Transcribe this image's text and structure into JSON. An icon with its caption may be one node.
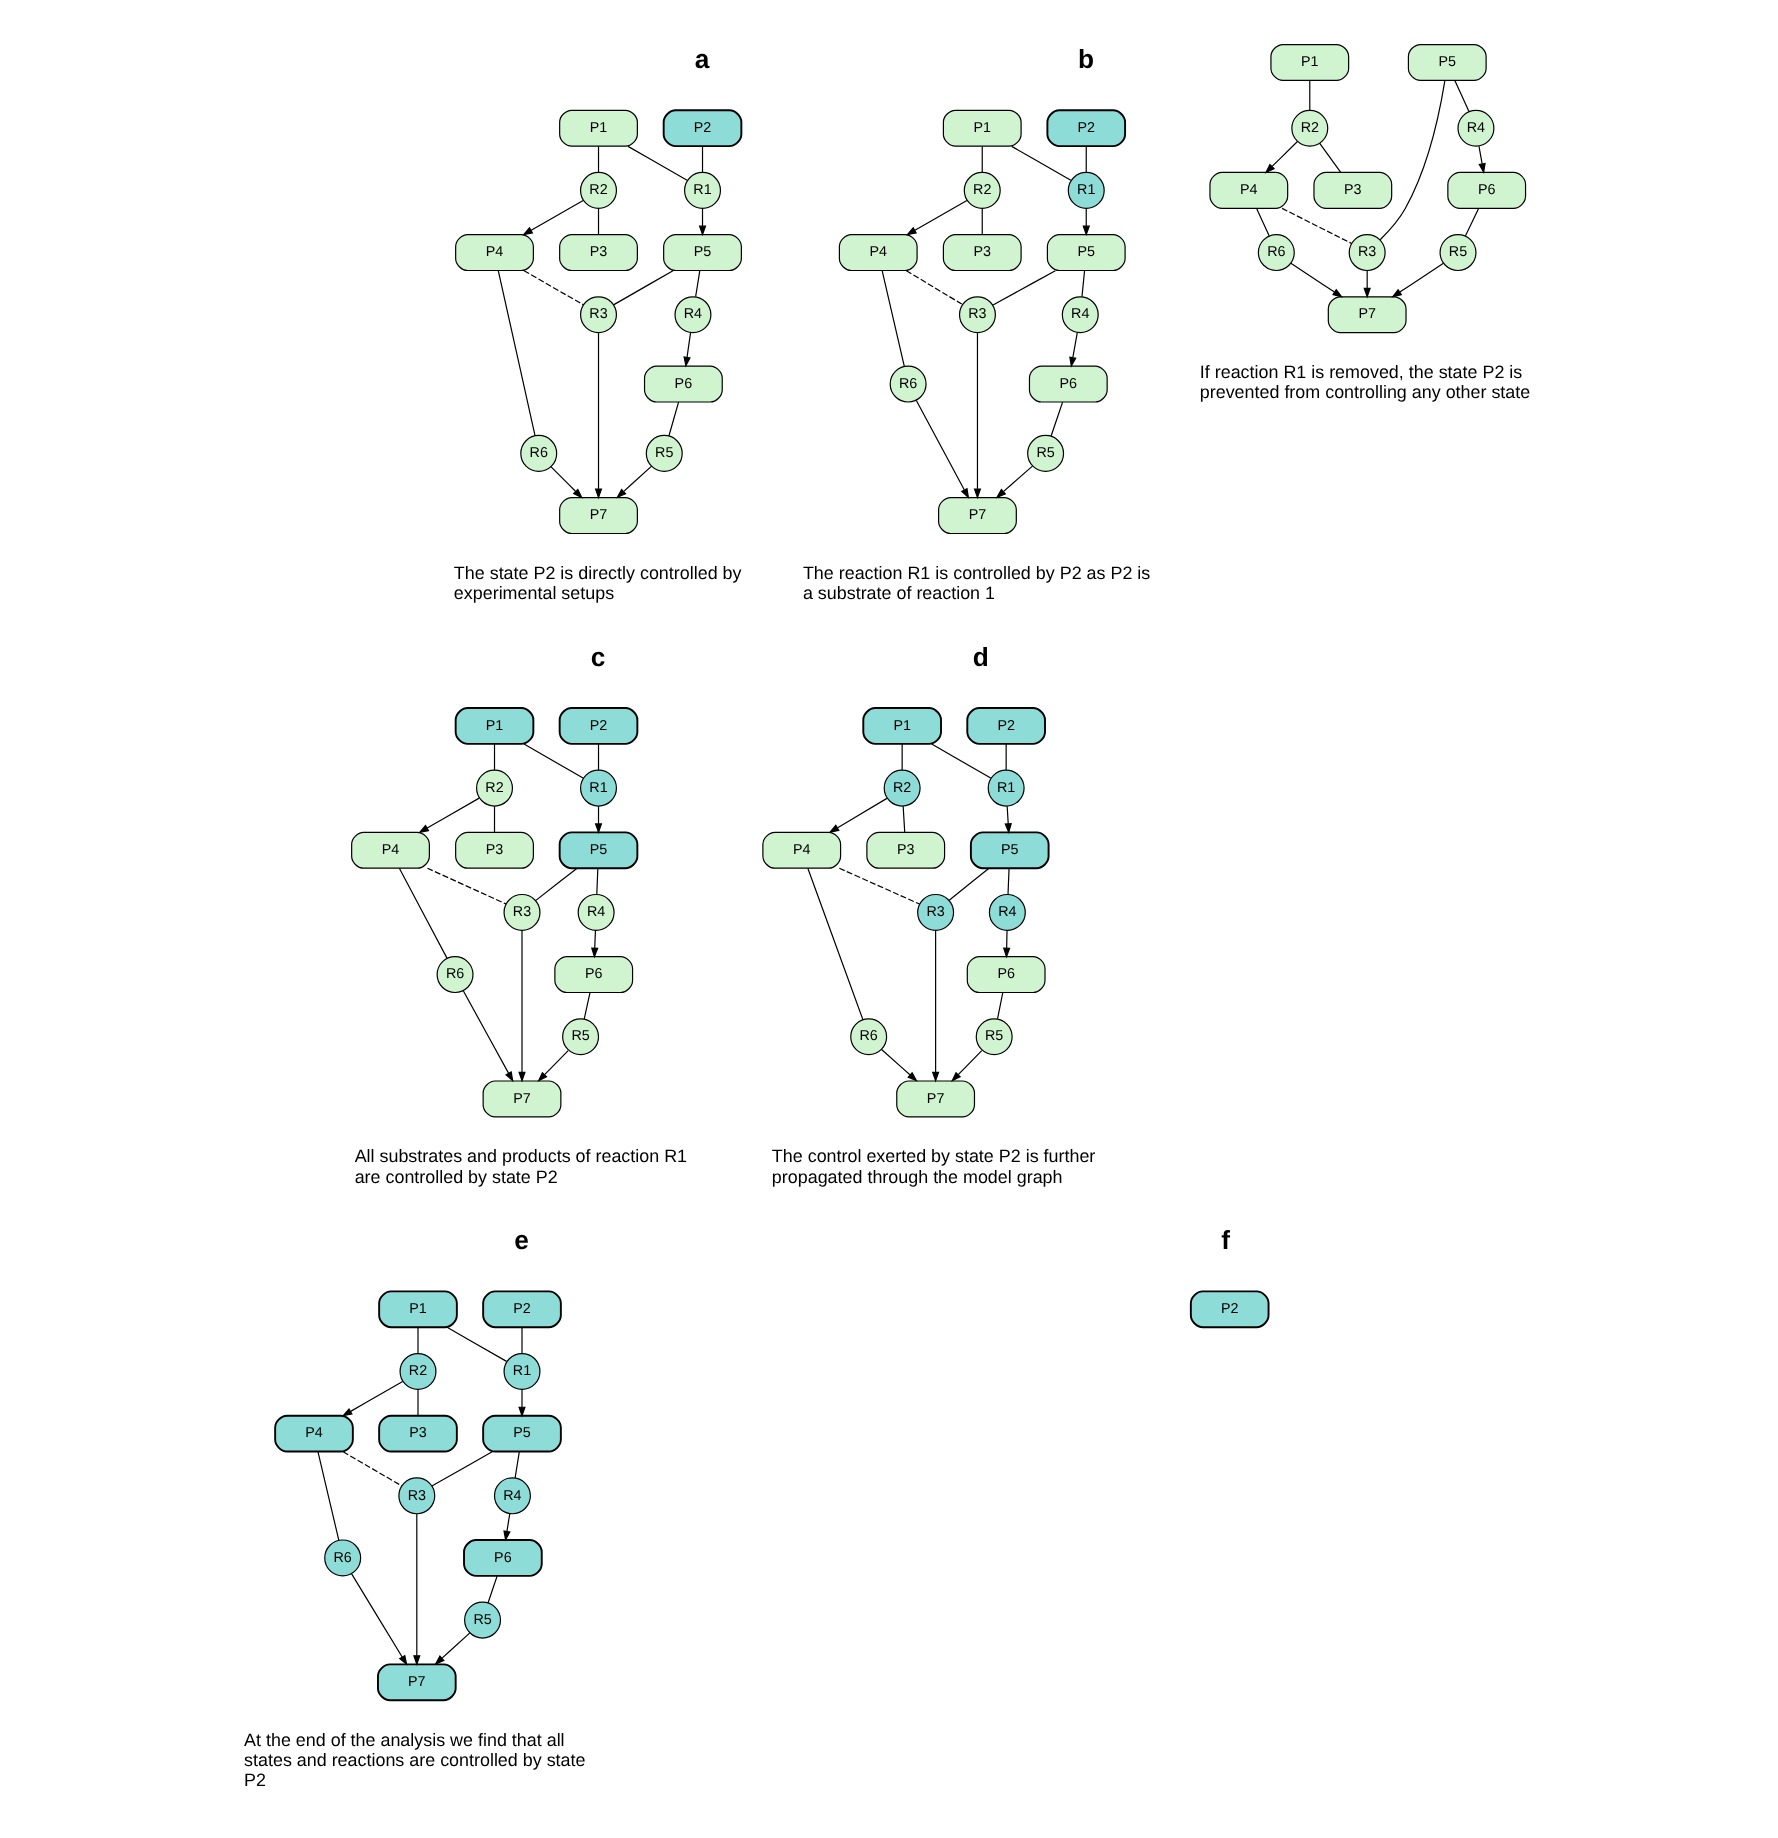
{
  "diagram": {
    "nodes": [
      {
        "text": [
          "P2"
        ]
      },
      {
        "text": [
          "R1"
        ]
      },
      {
        "text": [
          "P5"
        ]
      },
      {
        "text": [
          "P1"
        ]
      },
      {
        "text": [
          "R4"
        ]
      },
      {
        "text": [
          "R2"
        ]
      },
      {
        "text": [
          "P4"
        ]
      },
      {
        "text": [
          "R3"
        ]
      },
      {
        "text": [
          "P6"
        ]
      },
      {
        "text": [
          "R5"
        ]
      },
      {
        "text": [
          "P3"
        ]
      },
      {
        "text": [
          "R6"
        ]
      },
      {
        "text": [
          "P7"
        ]
      },
      {
        "text": [
          "P2"
        ]
      },
      {
        "text": [
          "R1"
        ]
      },
      {
        "text": [
          "P5"
        ]
      },
      {
        "text": [
          "P1"
        ]
      },
      {
        "text": [
          "R4"
        ]
      },
      {
        "text": [
          "R2"
        ]
      },
      {
        "text": [
          "P4"
        ]
      },
      {
        "text": [
          "R3"
        ]
      },
      {
        "text": [
          "P6"
        ]
      },
      {
        "text": [
          "R5"
        ]
      },
      {
        "text": [
          "P3"
        ]
      },
      {
        "text": [
          "R6"
        ]
      },
      {
        "text": [
          "P7"
        ]
      },
      {
        "text": [
          "P2"
        ]
      },
      {
        "text": [
          "R1"
        ]
      },
      {
        "text": [
          "P5"
        ]
      },
      {
        "text": [
          "P1"
        ]
      },
      {
        "text": [
          "R4"
        ]
      },
      {
        "text": [
          "R2"
        ]
      },
      {
        "text": [
          "P4"
        ]
      },
      {
        "text": [
          "R3"
        ]
      },
      {
        "text": [
          "P6"
        ]
      },
      {
        "text": [
          "R5"
        ]
      },
      {
        "text": [
          "P3"
        ]
      },
      {
        "text": [
          "R6"
        ]
      },
      {
        "text": [
          "P7"
        ]
      },
      {
        "text": [
          "P2"
        ]
      },
      {
        "text": [
          "R1"
        ]
      },
      {
        "text": [
          "P5"
        ]
      },
      {
        "text": [
          "P1"
        ]
      },
      {
        "text": [
          "R4"
        ]
      },
      {
        "text": [
          "R2"
        ]
      },
      {
        "text": [
          "P4"
        ]
      },
      {
        "text": [
          "R3"
        ]
      },
      {
        "text": [
          "P6"
        ]
      },
      {
        "text": [
          "R5"
        ]
      },
      {
        "text": [
          "P3"
        ]
      },
      {
        "text": [
          "R6"
        ]
      },
      {
        "text": [
          "P7"
        ]
      },
      {
        "text": [
          "P2"
        ]
      },
      {
        "text": [
          "R1"
        ]
      },
      {
        "text": [
          "P5"
        ]
      },
      {
        "text": [
          "P1"
        ]
      },
      {
        "text": [
          "R4"
        ]
      },
      {
        "text": [
          "R2"
        ]
      },
      {
        "text": [
          "P4"
        ]
      },
      {
        "text": [
          "R3"
        ]
      },
      {
        "text": [
          "P6"
        ]
      },
      {
        "text": [
          "R5"
        ]
      },
      {
        "text": [
          "P3"
        ]
      },
      {
        "text": [
          "R6"
        ]
      },
      {
        "text": [
          "P7"
        ]
      },
      {
        "text": [
          "P2"
        ]
      },
      {
        "text": [
          "P5"
        ]
      },
      {
        "text": [
          "P1"
        ]
      },
      {
        "text": [
          "R4"
        ]
      },
      {
        "text": [
          "R2"
        ]
      },
      {
        "text": [
          "P4"
        ]
      },
      {
        "text": [
          "R3"
        ]
      },
      {
        "text": [
          "P6"
        ]
      },
      {
        "text": [
          "R5"
        ]
      },
      {
        "text": [
          "P3"
        ]
      },
      {
        "text": [
          "R6"
        ]
      },
      {
        "text": [
          "P7"
        ]
      }
    ],
    "edges": [
      {
        "from": 0,
        "to": 1,
        "arrow": "none"
      },
      {
        "from": 3,
        "to": 1,
        "arrow": "none"
      },
      {
        "from": 1,
        "to": 2,
        "arrow": "to"
      },
      {
        "from": 3,
        "to": 5,
        "arrow": "none"
      },
      {
        "from": 5,
        "to": 6,
        "arrow": "to"
      },
      {
        "from": 5,
        "to": 10,
        "arrow": "none"
      },
      {
        "from": 2,
        "to": 4,
        "arrow": "none"
      },
      {
        "from": 4,
        "to": 8,
        "arrow": "to"
      },
      {
        "from": 2,
        "to": 7,
        "arrow": "none"
      },
      {
        "from": 7,
        "to": 12,
        "arrow": "to"
      },
      {
        "from": 6,
        "to": 7,
        "arrow": "none",
        "style": "dashed"
      },
      {
        "from": 6,
        "to": 11,
        "arrow": "none"
      },
      {
        "from": 11,
        "to": 12,
        "arrow": "to"
      },
      {
        "from": 8,
        "to": 9,
        "arrow": "none"
      },
      {
        "from": 9,
        "to": 12,
        "arrow": "to"
      },
      {
        "from": 13,
        "to": 14,
        "arrow": "none"
      },
      {
        "from": 16,
        "to": 14,
        "arrow": "none"
      },
      {
        "from": 14,
        "to": 15,
        "arrow": "to"
      },
      {
        "from": 16,
        "to": 18,
        "arrow": "none"
      },
      {
        "from": 18,
        "to": 19,
        "arrow": "to"
      },
      {
        "from": 18,
        "to": 23,
        "arrow": "none"
      },
      {
        "from": 15,
        "to": 17,
        "arrow": "none"
      },
      {
        "from": 17,
        "to": 21,
        "arrow": "to"
      },
      {
        "from": 15,
        "to": 20,
        "arrow": "none"
      },
      {
        "from": 20,
        "to": 25,
        "arrow": "to"
      },
      {
        "from": 19,
        "to": 20,
        "arrow": "none",
        "style": "dashed"
      },
      {
        "from": 19,
        "to": 24,
        "arrow": "none"
      },
      {
        "from": 24,
        "to": 25,
        "arrow": "to"
      },
      {
        "from": 21,
        "to": 22,
        "arrow": "none"
      },
      {
        "from": 22,
        "to": 25,
        "arrow": "to"
      },
      {
        "from": 26,
        "to": 27,
        "arrow": "none"
      },
      {
        "from": 29,
        "to": 27,
        "arrow": "none"
      },
      {
        "from": 27,
        "to": 28,
        "arrow": "to"
      },
      {
        "from": 29,
        "to": 31,
        "arrow": "none"
      },
      {
        "from": 31,
        "to": 32,
        "arrow": "to"
      },
      {
        "from": 31,
        "to": 36,
        "arrow": "none"
      },
      {
        "from": 28,
        "to": 30,
        "arrow": "none"
      },
      {
        "from": 30,
        "to": 34,
        "arrow": "to"
      },
      {
        "from": 28,
        "to": 33,
        "arrow": "none"
      },
      {
        "from": 33,
        "to": 38,
        "arrow": "to"
      },
      {
        "from": 32,
        "to": 33,
        "arrow": "none",
        "style": "dashed"
      },
      {
        "from": 32,
        "to": 37,
        "arrow": "none"
      },
      {
        "from": 37,
        "to": 38,
        "arrow": "to"
      },
      {
        "from": 34,
        "to": 35,
        "arrow": "none"
      },
      {
        "from": 35,
        "to": 38,
        "arrow": "to"
      },
      {
        "from": 39,
        "to": 40,
        "arrow": "none"
      },
      {
        "from": 42,
        "to": 40,
        "arrow": "none"
      },
      {
        "from": 40,
        "to": 41,
        "arrow": "to"
      },
      {
        "from": 42,
        "to": 44,
        "arrow": "none"
      },
      {
        "from": 44,
        "to": 45,
        "arrow": "to"
      },
      {
        "from": 44,
        "to": 49,
        "arrow": "none"
      },
      {
        "from": 41,
        "to": 43,
        "arrow": "none"
      },
      {
        "from": 43,
        "to": 47,
        "arrow": "to"
      },
      {
        "from": 41,
        "to": 46,
        "arrow": "none"
      },
      {
        "from": 46,
        "to": 51,
        "arrow": "to"
      },
      {
        "from": 45,
        "to": 46,
        "arrow": "none",
        "style": "dashed"
      },
      {
        "from": 45,
        "to": 50,
        "arrow": "none"
      },
      {
        "from": 50,
        "to": 51,
        "arrow": "to"
      },
      {
        "from": 47,
        "to": 48,
        "arrow": "none"
      },
      {
        "from": 48,
        "to": 51,
        "arrow": "to"
      },
      {
        "from": 52,
        "to": 53,
        "arrow": "none"
      },
      {
        "from": 55,
        "to": 53,
        "arrow": "none"
      },
      {
        "from": 53,
        "to": 54,
        "arrow": "to"
      },
      {
        "from": 55,
        "to": 57,
        "arrow": "none"
      },
      {
        "from": 57,
        "to": 58,
        "arrow": "to"
      },
      {
        "from": 57,
        "to": 62,
        "arrow": "none"
      },
      {
        "from": 54,
        "to": 56,
        "arrow": "none"
      },
      {
        "from": 56,
        "to": 60,
        "arrow": "to"
      },
      {
        "from": 54,
        "to": 59,
        "arrow": "none"
      },
      {
        "from": 59,
        "to": 64,
        "arrow": "to"
      },
      {
        "from": 58,
        "to": 59,
        "arrow": "none",
        "style": "dashed"
      },
      {
        "from": 58,
        "to": 63,
        "arrow": "none"
      },
      {
        "from": 63,
        "to": 64,
        "arrow": "to"
      },
      {
        "from": 60,
        "to": 61,
        "arrow": "none"
      },
      {
        "from": 61,
        "to": 64,
        "arrow": "to"
      },
      {
        "from": 67,
        "to": 69,
        "arrow": "none"
      },
      {
        "from": 69,
        "to": 70,
        "arrow": "to"
      },
      {
        "from": 69,
        "to": 74,
        "arrow": "none"
      },
      {
        "from": 66,
        "to": 68,
        "arrow": "none"
      },
      {
        "from": 68,
        "to": 72,
        "arrow": "to"
      },
      {
        "from": 66,
        "to": 71,
        "arrow": "none"
      },
      {
        "from": 71,
        "to": 76,
        "arrow": "to"
      },
      {
        "from": 70,
        "to": 71,
        "arrow": "none",
        "style": "dashed"
      },
      {
        "from": 70,
        "to": 75,
        "arrow": "none"
      },
      {
        "from": 75,
        "to": 76,
        "arrow": "to"
      },
      {
        "from": 72,
        "to": 73,
        "arrow": "none"
      },
      {
        "from": 73,
        "to": 76,
        "arrow": "to"
      }
    ],
    "labels": [
      "a",
      "b",
      "The state P2 is directly controlled by experimental setups",
      "The reaction R1 is controlled by P2 as P2 is a substrate of reaction 1",
      "c",
      "d",
      "All substrates and products of reaction R1 are controlled by state P2",
      "The control exerted by state P2 is further propagated through the model graph",
      "e",
      "f",
      "At the end of the analysis we find that all states and reactions are controlled by state P2",
      "If reaction R1 is removed, the state P2 is prevented from controlling any other state"
    ]
  }
}
